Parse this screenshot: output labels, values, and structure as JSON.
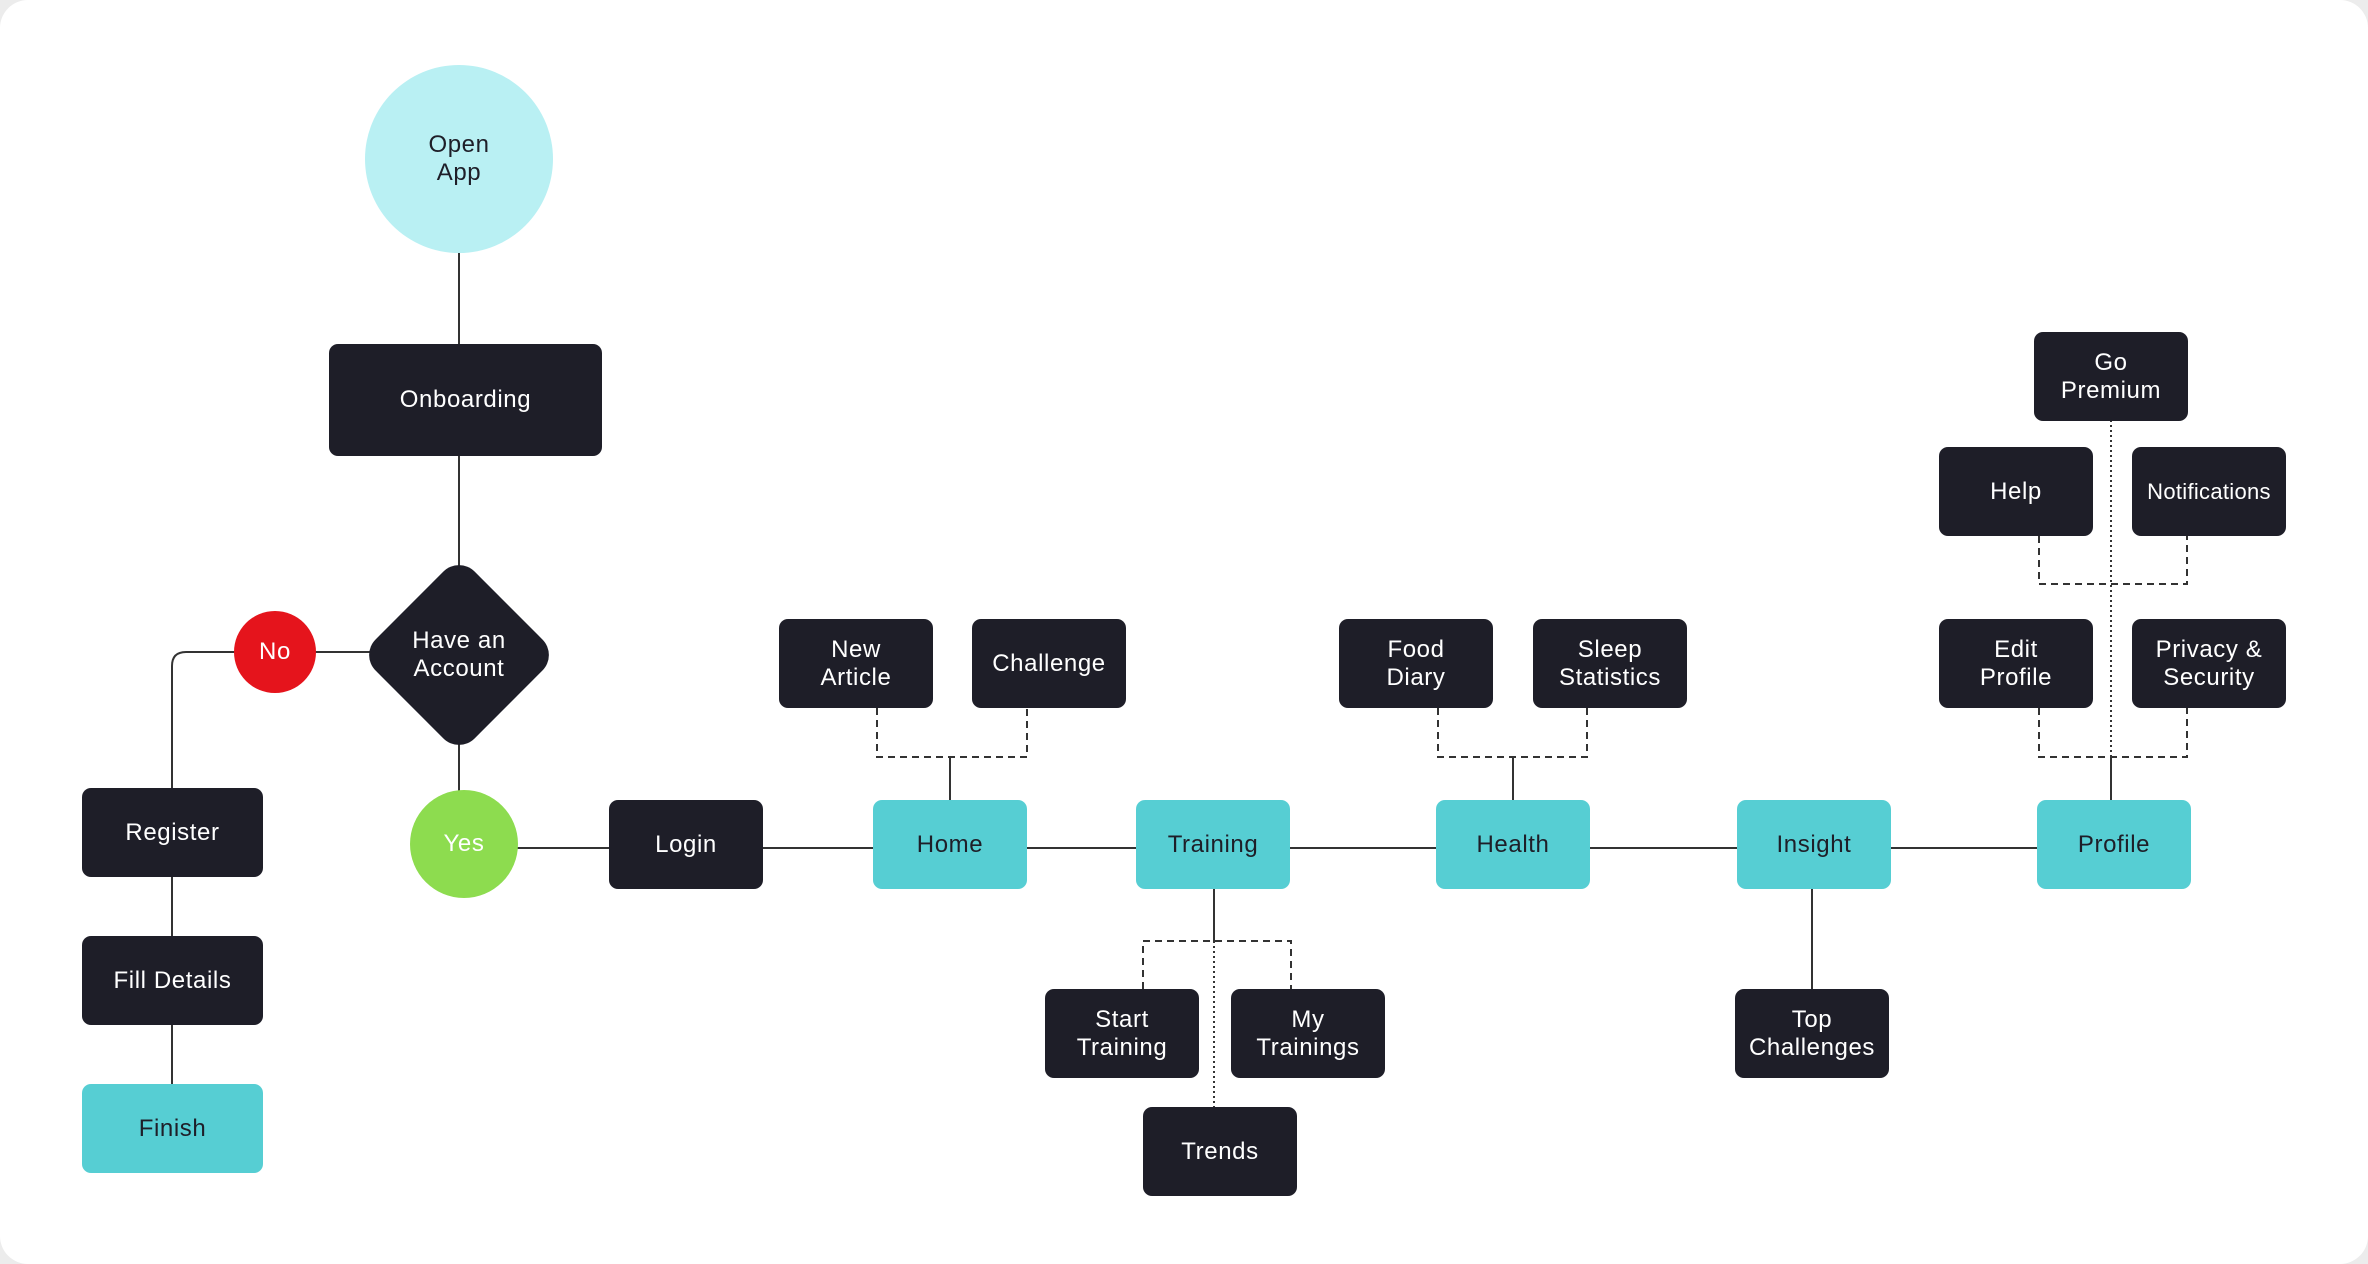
{
  "flow": {
    "open_app": "Open\nApp",
    "onboarding": "Onboarding",
    "have_account": "Have an\nAccount",
    "no": "No",
    "yes": "Yes",
    "register": "Register",
    "fill_details": "Fill Details",
    "finish": "Finish",
    "login": "Login",
    "home": "Home",
    "training": "Training",
    "health": "Health",
    "insight": "Insight",
    "profile": "Profile",
    "new_article": "New\nArticle",
    "challenge": "Challenge",
    "start_training": "Start\nTraining",
    "my_trainings": "My\nTrainings",
    "trends": "Trends",
    "food_diary": "Food\nDiary",
    "sleep_statistics": "Sleep\nStatistics",
    "top_challenges": "Top\nChallenges",
    "edit_profile": "Edit\nProfile",
    "privacy_security": "Privacy &\nSecurity",
    "help": "Help",
    "notifications": "Notifications",
    "go_premium": "Go\nPremium"
  },
  "colors": {
    "background": "#ffffff",
    "dark": "#1e1e28",
    "teal": "#56ced3",
    "light_teal": "#b9f0f3",
    "red": "#e5141c",
    "green": "#8ddc4f",
    "line": "#333333"
  }
}
